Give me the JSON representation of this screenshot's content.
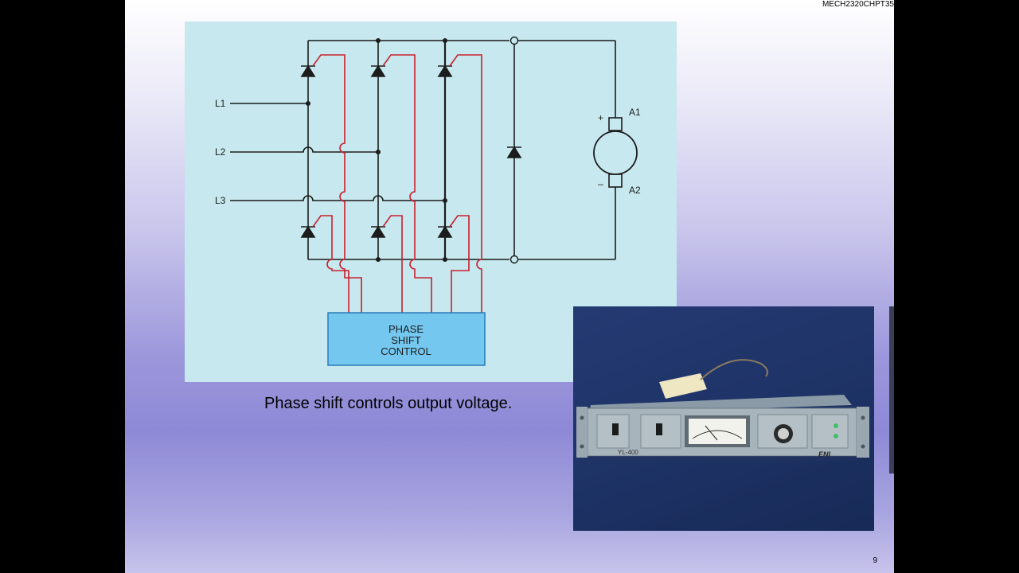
{
  "header": {
    "slide_id": "MECH2320CHPT35"
  },
  "diagram": {
    "labels": {
      "l1": "L1",
      "l2": "L2",
      "l3": "L3",
      "a1": "A1",
      "a2": "A2",
      "plus": "+",
      "minus": "–"
    },
    "control_box": {
      "line1": "PHASE",
      "line2": "SHIFT",
      "line3": "CONTROL"
    },
    "colors": {
      "wire": "#1c1c1c",
      "gate_wire": "#c8202e",
      "box_fill": "#74c8ef",
      "box_stroke": "#2a7ab8",
      "background": "#c6e8ee"
    }
  },
  "caption": "Phase shift controls output voltage.",
  "photo": {
    "device_model": "YL-400",
    "brand": "ENI"
  },
  "footer": {
    "page_number": "9"
  }
}
